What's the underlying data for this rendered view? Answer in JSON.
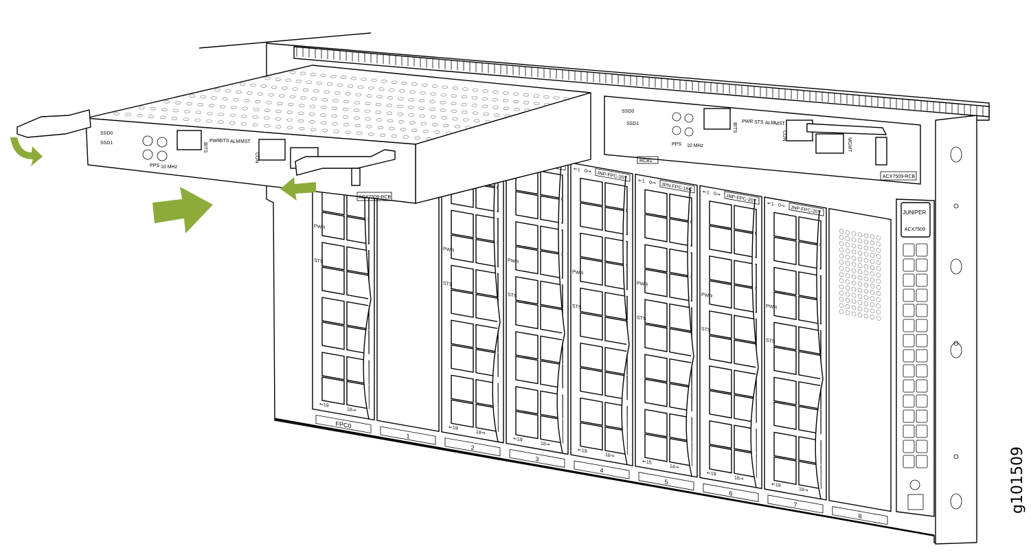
{
  "figure_id": "g101509",
  "colors": {
    "arrow": "#8dab3b",
    "line": "#000000"
  },
  "chassis": {
    "brand": "JUNIPER",
    "model": "ACX7509",
    "rcb1_label": "RCB1",
    "slots": [
      {
        "label": "FPC0",
        "card": "",
        "ports": [
          "⇐19",
          "18⇒"
        ]
      },
      {
        "label": "1",
        "card": "",
        "ports": [
          "",
          ""
        ]
      },
      {
        "label": "2",
        "card": "",
        "ports": [
          "⇐19",
          "18⇒"
        ]
      },
      {
        "label": "3",
        "card": "JNP-FPC-20Y",
        "ports": [
          "⇐19",
          "18⇒"
        ]
      },
      {
        "label": "4",
        "card": "JNP-FPC-20Y",
        "ports": [
          "⇐19",
          "18⇒"
        ]
      },
      {
        "label": "5",
        "card": "JPN-FPC-16C",
        "ports": [
          "⇐15",
          "14⇒"
        ]
      },
      {
        "label": "6",
        "card": "JNP-FPC-20Y",
        "ports": [
          "⇐19",
          "18⇒"
        ]
      },
      {
        "label": "7",
        "card": "JNP-FPC-20Y",
        "ports": [
          "⇐19",
          "18⇒"
        ]
      },
      {
        "label": "8",
        "card": "",
        "ports": [
          "",
          ""
        ]
      }
    ],
    "card_top_markers": [
      "⇐1",
      "0⇒"
    ],
    "led_labels": [
      "PWR",
      "STS"
    ]
  },
  "rcb_module": {
    "name": "ACX7509-RCB",
    "ssd0": "SSD0",
    "ssd1": "SSD1",
    "bits": "BITS",
    "pps": "PPS",
    "mhz": "10 MHz",
    "leds": [
      "PWR",
      "STS",
      "ALM",
      "MST"
    ],
    "con": "CON",
    "mgmt": "MGMT"
  }
}
